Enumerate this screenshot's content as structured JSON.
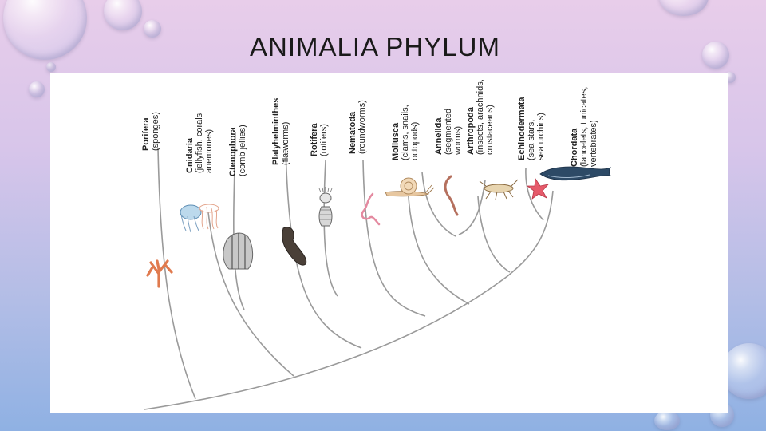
{
  "title": "ANIMALIA PHYLUM",
  "phyla": [
    {
      "name": "Porifera",
      "common": [
        "(sponges)"
      ],
      "icon": "sponge-icon"
    },
    {
      "name": "Cnidaria",
      "common": [
        "(jellyfish, corals",
        "anemones)"
      ],
      "icon": "jellyfish-icon"
    },
    {
      "name": "Ctenophora",
      "common": [
        "(comb jellies)"
      ],
      "icon": "comb-jelly-icon"
    },
    {
      "name": "Platyhelminthes",
      "common": [
        "(flatworms)"
      ],
      "icon": "flatworm-icon"
    },
    {
      "name": "Rotifera",
      "common": [
        "(rotifers)"
      ],
      "icon": "rotifer-icon"
    },
    {
      "name": "Nematoda",
      "common": [
        "(roundworms)"
      ],
      "icon": "roundworm-icon"
    },
    {
      "name": "Mollusca",
      "common": [
        "(clams, snails,",
        "octopods)"
      ],
      "icon": "snail-icon"
    },
    {
      "name": "Annelida",
      "common": [
        "(segmented",
        "worms)"
      ],
      "icon": "segmented-worm-icon"
    },
    {
      "name": "Arthropoda",
      "common": [
        "(insects, arachnids,",
        "crustaceans)"
      ],
      "icon": "insect-icon"
    },
    {
      "name": "Echinodermata",
      "common": [
        "(sea stars,",
        "sea urchins)"
      ],
      "icon": "sea-star-icon"
    },
    {
      "name": "Chordata",
      "common": [
        "(lancelets, tunicates,",
        "vertebrates)"
      ],
      "icon": "whale-icon"
    }
  ]
}
